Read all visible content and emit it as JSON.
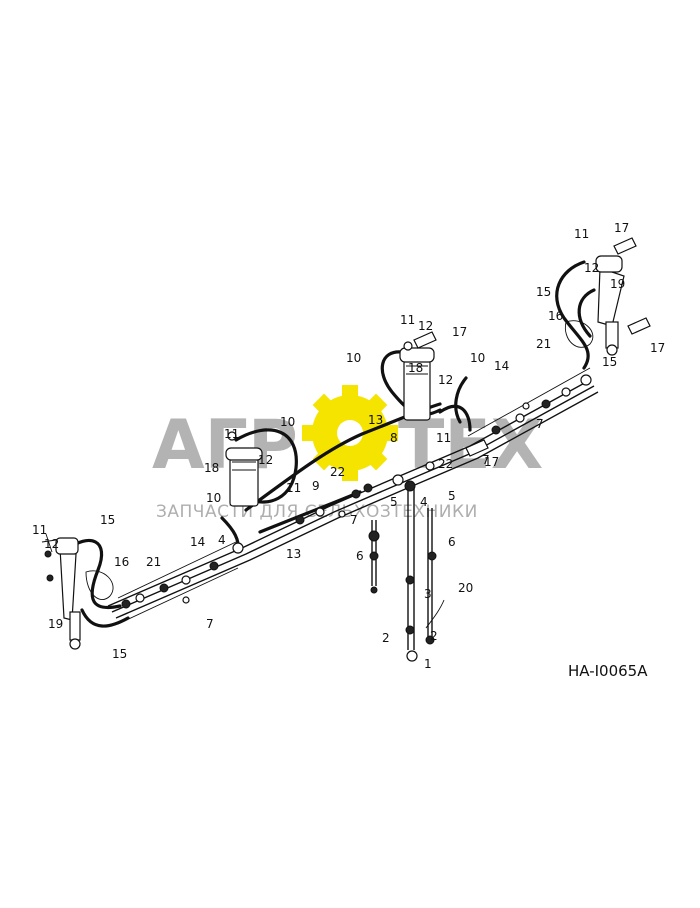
{
  "watermark": {
    "brand_left": "АГР",
    "brand_right": "ТЕХ",
    "subtitle": "ЗАПЧАСТИ ДЛЯ СЕЛЬХОЗТЕХНИКИ",
    "gear_color": "#f5e400"
  },
  "drawing_code": "HA-I0065A",
  "callouts": [
    "1",
    "2",
    "2",
    "3",
    "4",
    "4",
    "5",
    "5",
    "6",
    "6",
    "7",
    "7",
    "7",
    "7",
    "8",
    "9",
    "10",
    "10",
    "10",
    "10",
    "11",
    "11",
    "11",
    "11",
    "11",
    "11",
    "12",
    "12",
    "12",
    "12",
    "12",
    "13",
    "13",
    "14",
    "14",
    "15",
    "15",
    "15",
    "15",
    "16",
    "16",
    "17",
    "17",
    "17",
    "17",
    "18",
    "18",
    "19",
    "19",
    "20",
    "21",
    "21",
    "22",
    "22"
  ]
}
